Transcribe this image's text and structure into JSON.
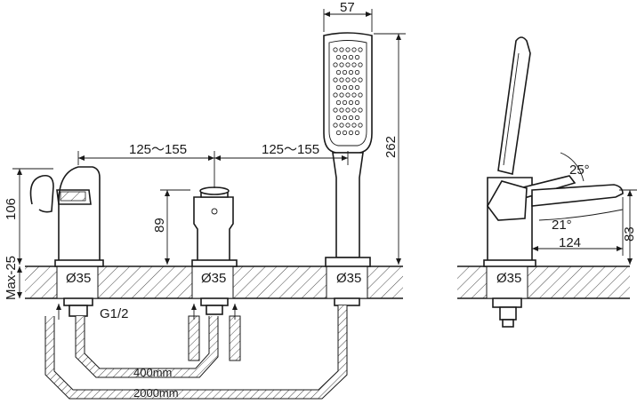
{
  "dimensions": {
    "handshower_width": "57",
    "height_262": "262",
    "spacing_left": "125～155",
    "spacing_right": "125～155",
    "spout_height": "106",
    "valve_height": "89",
    "deck_max": "Max-25",
    "hole_left": "Ø35",
    "hole_mid": "Ø35",
    "hole_right": "Ø35",
    "hole_side": "Ø35",
    "thread": "G1/2",
    "hose_short": "400mm",
    "hose_long": "2000mm",
    "angle_25": "25°",
    "angle_21": "21°",
    "reach_124": "124",
    "side_height_83": "83"
  },
  "colors": {
    "line": "#1a1a1a",
    "background": "#ffffff"
  }
}
